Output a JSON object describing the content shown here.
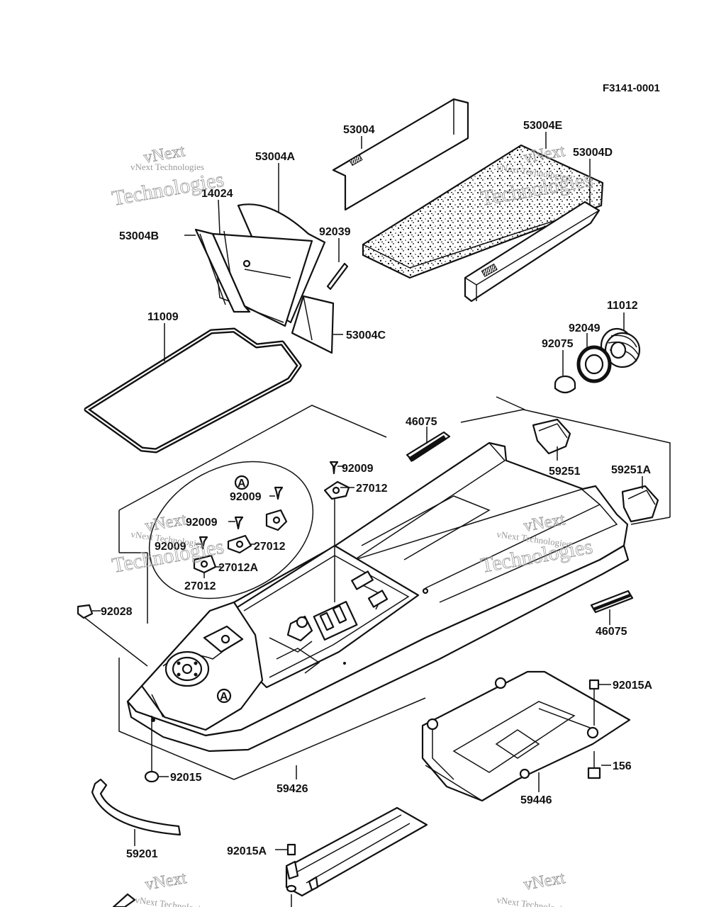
{
  "figure_code": "F3141-0001",
  "watermark": {
    "line1": "vNext",
    "line2": "Technologies",
    "small": "vNext Technologies"
  },
  "detail_marker": "A",
  "labels": {
    "p53004": "53004",
    "p53004E": "53004E",
    "p53004D": "53004D",
    "p53004A": "53004A",
    "p14024": "14024",
    "p53004B": "53004B",
    "p92039": "92039",
    "p53004C": "53004C",
    "p11009": "11009",
    "p11012": "11012",
    "p92049": "92049",
    "p92075": "92075",
    "p46075_top": "46075",
    "p59251": "59251",
    "p59251A": "59251A",
    "p92009_top": "92009",
    "p27012_top": "27012",
    "p92009_a": "92009",
    "p92009_b": "92009",
    "p92009_c": "92009",
    "p27012_a": "27012",
    "p27012A": "27012A",
    "p27012_b": "27012",
    "p92028": "92028",
    "p46075_right": "46075",
    "p92015A_right": "92015A",
    "p156": "156",
    "p59446": "59446",
    "p92015": "92015",
    "p59426": "59426",
    "p59201": "59201",
    "p92015A_bottom": "92015A"
  }
}
